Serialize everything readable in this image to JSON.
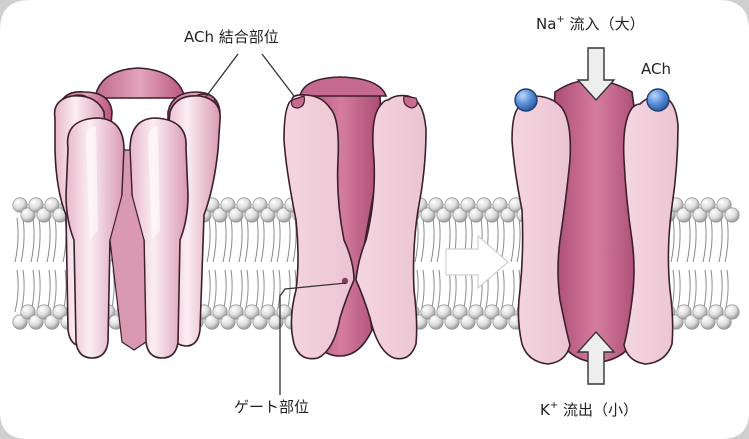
{
  "labels": {
    "binding_site": "ACh 結合部位",
    "gate_site": "ゲート部位",
    "na_prefix": "Na",
    "na_suffix": " 流入（大）",
    "k_prefix": "K",
    "k_suffix": " 流出（小）",
    "plus": "+",
    "ach": "ACh"
  },
  "colors": {
    "background": "#ffffff",
    "corner_bg": "#cfcfcf",
    "membrane_head": "#d9d9d9",
    "receptor_light": "#f2d2dc",
    "receptor_mid": "#d98aa6",
    "receptor_dark": "#b9557d",
    "outline": "#3c1f2c",
    "ach_ball": "#5b8fd6",
    "arrow_fill": "#eeeeee"
  },
  "icons": {
    "transition_arrow": "right-arrow-icon",
    "na_arrow": "down-arrow-icon",
    "k_arrow": "up-arrow-icon"
  }
}
